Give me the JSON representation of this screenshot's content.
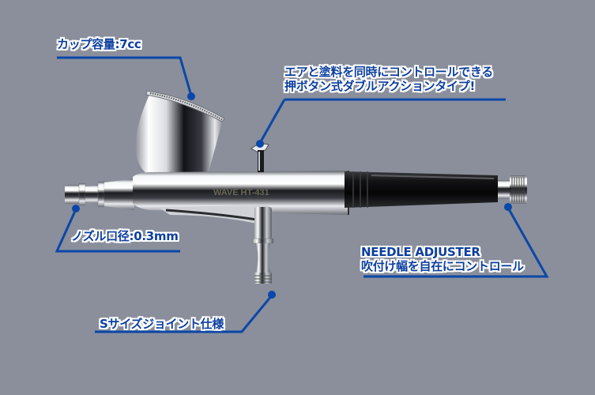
{
  "product": {
    "brand_engraving": "WAVE HT-431",
    "type": "double-action airbrush"
  },
  "callouts": [
    {
      "id": "cup",
      "lines": [
        "カップ容量:7cc"
      ]
    },
    {
      "id": "button",
      "lines": [
        "エアと塗料を同時にコントロールできる",
        "押ボタン式ダブルアクションタイプ!"
      ]
    },
    {
      "id": "nozzle",
      "lines": [
        "ノズル口径:0.3mm"
      ]
    },
    {
      "id": "needle",
      "lines": [
        "NEEDLE ADJUSTER",
        "吹付け幅を自在にコントロール"
      ]
    },
    {
      "id": "joint",
      "lines": [
        "Sサイズジョイント仕様"
      ]
    }
  ],
  "colors": {
    "background": "#8a8f9b",
    "callout_blue": "#0d3f9e",
    "callout_line": "#0b47a8",
    "outline": "#ffffff"
  }
}
